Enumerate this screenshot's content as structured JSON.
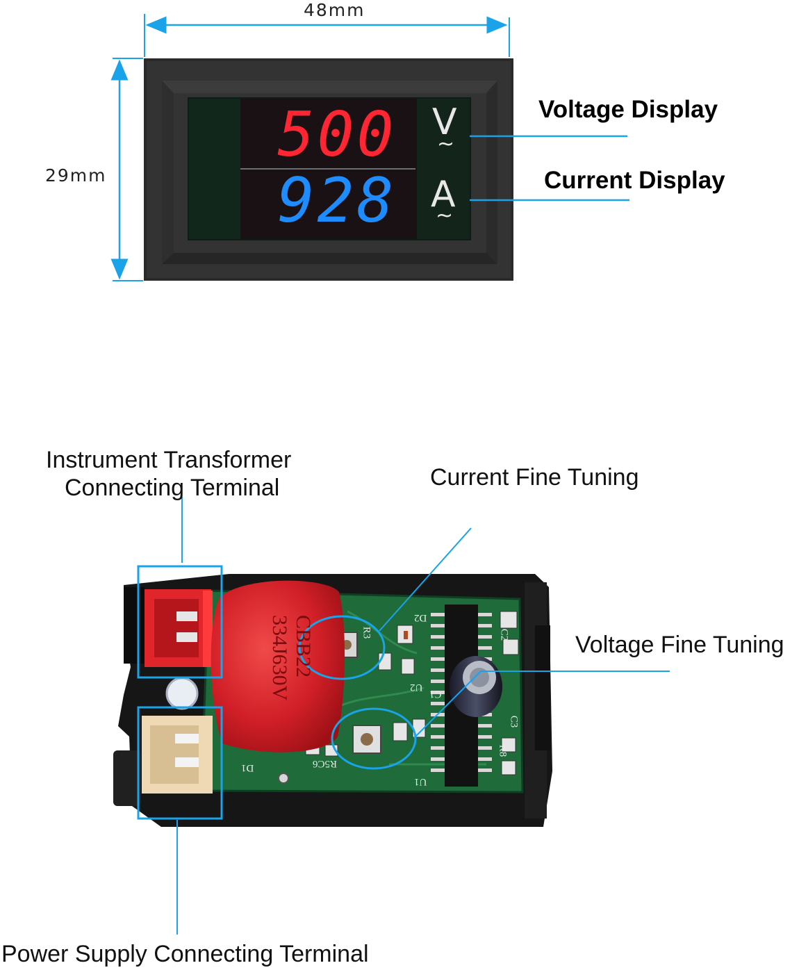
{
  "dimensions": {
    "width_label": "48mm",
    "height_label": "29mm"
  },
  "display": {
    "voltage_reading": "500",
    "current_reading": "928",
    "voltage_unit": "V",
    "current_unit": "A",
    "ac_symbol": "~"
  },
  "labels": {
    "voltage_display": "Voltage Display",
    "current_display": "Current Display",
    "transformer_terminal_line1": "Instrument Transformer",
    "transformer_terminal_line2": "Connecting Terminal",
    "current_fine_tuning": "Current Fine Tuning",
    "voltage_fine_tuning": "Voltage Fine Tuning",
    "power_supply_terminal": "Power Supply Connecting Terminal"
  },
  "board": {
    "capacitor_line1": "CBB22",
    "capacitor_line2": "334J630V",
    "silk_d2": "D2",
    "silk_r3": "R3",
    "silk_c2": "C2",
    "silk_c1": "C1",
    "silk_u2": "U2",
    "silk_c3": "C3",
    "silk_r8": "R8",
    "silk_r5c6": "R5C6",
    "silk_d1": "D1",
    "silk_u1": "U1"
  },
  "colors": {
    "accent_blue": "#1aa3e8",
    "voltage_red": "#ff2633",
    "current_blue": "#1e8cff",
    "pcb_green": "#1f6b3a",
    "capacitor_red": "#d8232a",
    "connector_red": "#e0262b",
    "connector_cream": "#efd9b4"
  }
}
